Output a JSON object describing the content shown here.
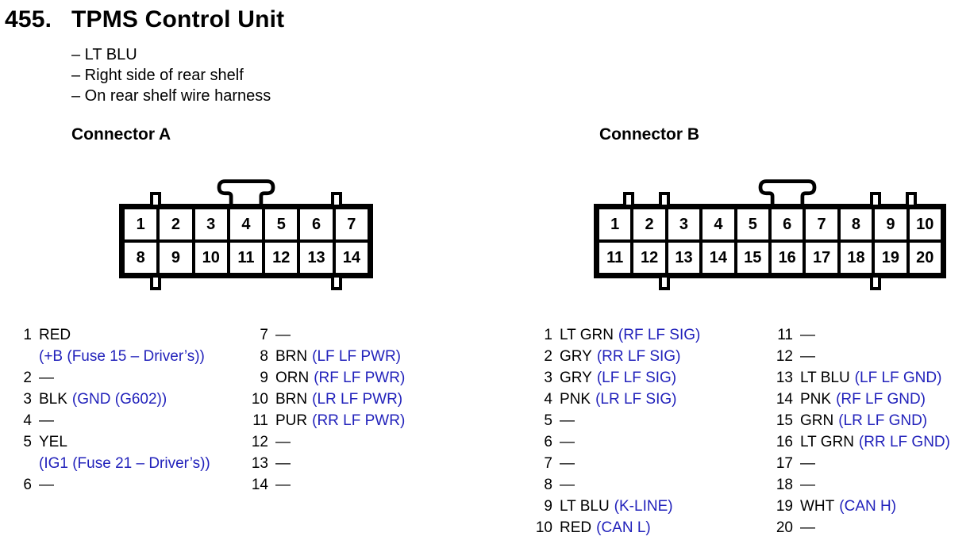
{
  "page": {
    "number": "455.",
    "title": "TPMS Control Unit",
    "notes": [
      "– LT BLU",
      "– Right side of rear shelf",
      "– On rear shelf wire harness"
    ]
  },
  "colors": {
    "ink": "#000000",
    "signal_blue": "#2222bb",
    "background": "#ffffff"
  },
  "connector_a": {
    "label": "Connector A",
    "grid": {
      "columns": 7,
      "rows": [
        [
          "1",
          "2",
          "3",
          "4",
          "5",
          "6",
          "7"
        ],
        [
          "8",
          "9",
          "10",
          "11",
          "12",
          "13",
          "14"
        ]
      ],
      "top_tabs": [
        1,
        6
      ],
      "bottom_tabs": [
        1,
        6
      ],
      "latch_cell": 4
    },
    "pin_columns": [
      [
        {
          "num": "1",
          "color": "RED",
          "signal": "(+B (Fuse 15 – Driver’s))",
          "wrap": true
        },
        {
          "num": "2",
          "color": "—"
        },
        {
          "num": "3",
          "color": "BLK",
          "signal": "(GND (G602))"
        },
        {
          "num": "4",
          "color": "—"
        },
        {
          "num": "5",
          "color": "YEL",
          "signal": "(IG1 (Fuse 21 – Driver’s))",
          "wrap": true
        },
        {
          "num": "6",
          "color": "—"
        }
      ],
      [
        {
          "num": "7",
          "color": "—"
        },
        {
          "num": "8",
          "color": "BRN",
          "signal": "(LF LF PWR)"
        },
        {
          "num": "9",
          "color": "ORN",
          "signal": "(RF LF PWR)"
        },
        {
          "num": "10",
          "color": "BRN",
          "signal": "(LR LF PWR)"
        },
        {
          "num": "11",
          "color": "PUR",
          "signal": "(RR LF PWR)"
        },
        {
          "num": "12",
          "color": "—"
        },
        {
          "num": "13",
          "color": "—"
        },
        {
          "num": "14",
          "color": "—"
        }
      ]
    ]
  },
  "connector_b": {
    "label": "Connector B",
    "grid": {
      "columns": 10,
      "rows": [
        [
          "1",
          "2",
          "3",
          "4",
          "5",
          "6",
          "7",
          "8",
          "9",
          "10"
        ],
        [
          "11",
          "12",
          "13",
          "14",
          "15",
          "16",
          "17",
          "18",
          "19",
          "20"
        ]
      ],
      "top_tabs": [
        1,
        2,
        8,
        9
      ],
      "bottom_tabs": [
        2,
        8
      ],
      "latch_cell": 6
    },
    "pin_columns": [
      [
        {
          "num": "1",
          "color": "LT GRN",
          "signal": "(RF LF SIG)"
        },
        {
          "num": "2",
          "color": "GRY",
          "signal": "(RR LF SIG)"
        },
        {
          "num": "3",
          "color": "GRY",
          "signal": "(LF LF SIG)"
        },
        {
          "num": "4",
          "color": "PNK",
          "signal": "(LR LF SIG)"
        },
        {
          "num": "5",
          "color": "—"
        },
        {
          "num": "6",
          "color": "—"
        },
        {
          "num": "7",
          "color": "—"
        },
        {
          "num": "8",
          "color": "—"
        },
        {
          "num": "9",
          "color": "LT BLU",
          "signal": "(K-LINE)"
        },
        {
          "num": "10",
          "color": "RED",
          "signal": "(CAN L)"
        }
      ],
      [
        {
          "num": "11",
          "color": "—"
        },
        {
          "num": "12",
          "color": "—"
        },
        {
          "num": "13",
          "color": "LT BLU",
          "signal": "(LF LF GND)"
        },
        {
          "num": "14",
          "color": "PNK",
          "signal": "(RF LF GND)"
        },
        {
          "num": "15",
          "color": "GRN",
          "signal": "(LR LF GND)"
        },
        {
          "num": "16",
          "color": "LT GRN",
          "signal": "(RR LF GND)"
        },
        {
          "num": "17",
          "color": "—"
        },
        {
          "num": "18",
          "color": "—"
        },
        {
          "num": "19",
          "color": "WHT",
          "signal": "(CAN H)"
        },
        {
          "num": "20",
          "color": "—"
        }
      ]
    ]
  }
}
